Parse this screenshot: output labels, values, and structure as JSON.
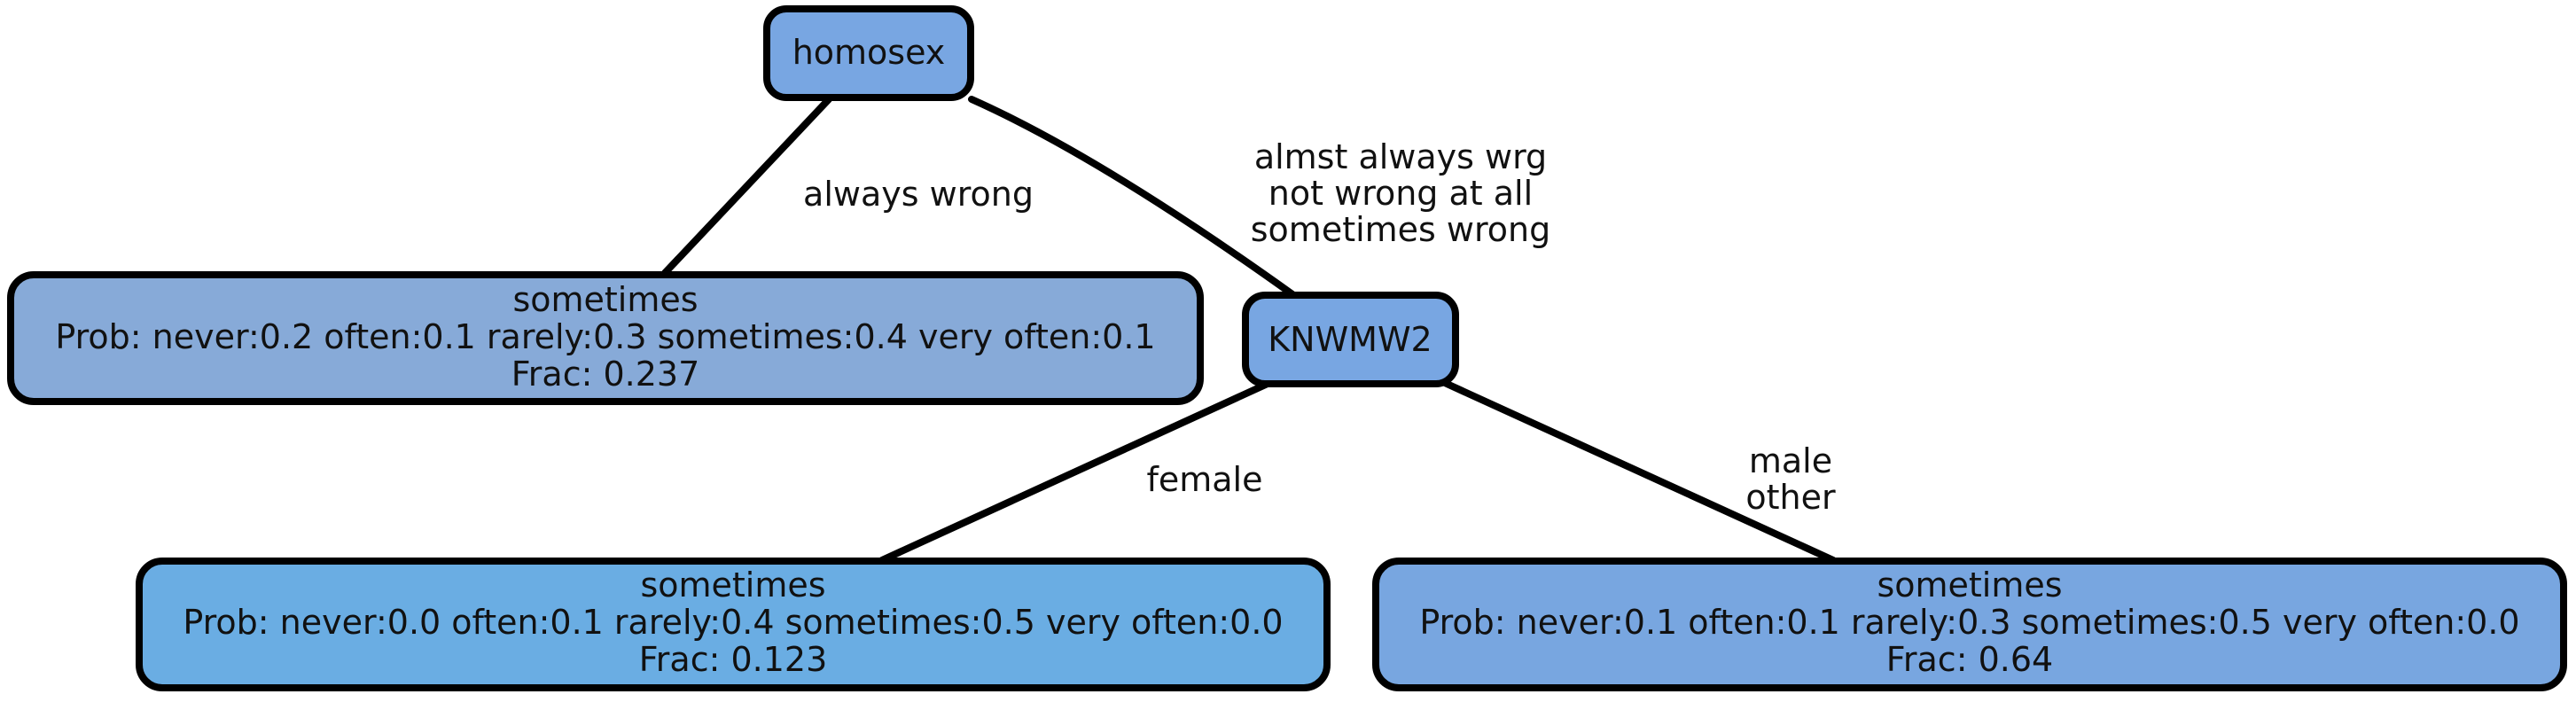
{
  "colors": {
    "root": "#78a6e2",
    "node_homosex_wrong": "#87aad8",
    "node_knwmw2": "#78a6e2",
    "node_female": "#6aade3",
    "node_male": "#78a6e0"
  },
  "nodes": {
    "homosex": {
      "label": "homosex"
    },
    "leaf_always_wrong": {
      "title": "sometimes",
      "prob": "Prob: never:0.2 often:0.1 rarely:0.3 sometimes:0.4 very often:0.1",
      "frac": "Frac: 0.237"
    },
    "knwmw2": {
      "label": "KNWMW2"
    },
    "leaf_female": {
      "title": "sometimes",
      "prob": "Prob: never:0.0 often:0.1 rarely:0.4 sometimes:0.5 very often:0.0",
      "frac": "Frac: 0.123"
    },
    "leaf_male": {
      "title": "sometimes",
      "prob": "Prob: never:0.1 often:0.1 rarely:0.3 sometimes:0.5 very often:0.0",
      "frac": "Frac: 0.64"
    }
  },
  "edges": {
    "always_wrong": [
      "always wrong"
    ],
    "other_answers": [
      "almst always wrg",
      "not wrong at all",
      "sometimes wrong"
    ],
    "female": [
      "female"
    ],
    "male_other": [
      "male",
      "other"
    ]
  }
}
